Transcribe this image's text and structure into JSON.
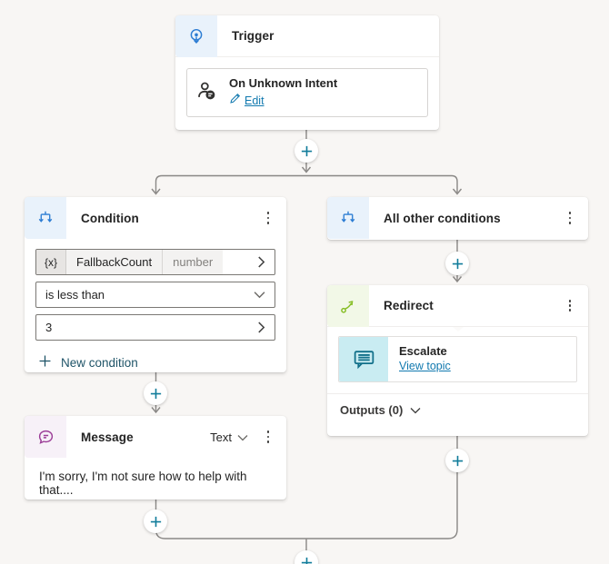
{
  "canvas": {
    "background": "#f8f6f4",
    "connector_color": "#8a8886",
    "plus_color": "#127d9b"
  },
  "trigger_node": {
    "title": "Trigger",
    "accent": "#2b7cd3",
    "header_bg": "#e9f2fb",
    "card": {
      "title": "On Unknown Intent",
      "edit_label": "Edit",
      "link_color": "#1179af"
    }
  },
  "condition_node": {
    "title": "Condition",
    "accent": "#2b7cd3",
    "variable_row": {
      "prefix": "{x}",
      "name": "FallbackCount",
      "type": "number"
    },
    "operator": "is less than",
    "value": "3",
    "new_condition_label": "New condition"
  },
  "all_other_node": {
    "title": "All other conditions",
    "accent": "#2b7cd3"
  },
  "redirect_node": {
    "title": "Redirect",
    "accent": "#84bd22",
    "card": {
      "title": "Escalate",
      "link": "View topic",
      "link_color": "#1179af"
    },
    "outputs_label": "Outputs (0)"
  },
  "message_node": {
    "title": "Message",
    "accent": "#9b3d97",
    "mode": "Text",
    "body": "I'm sorry, I'm not sure how to help with that...."
  }
}
